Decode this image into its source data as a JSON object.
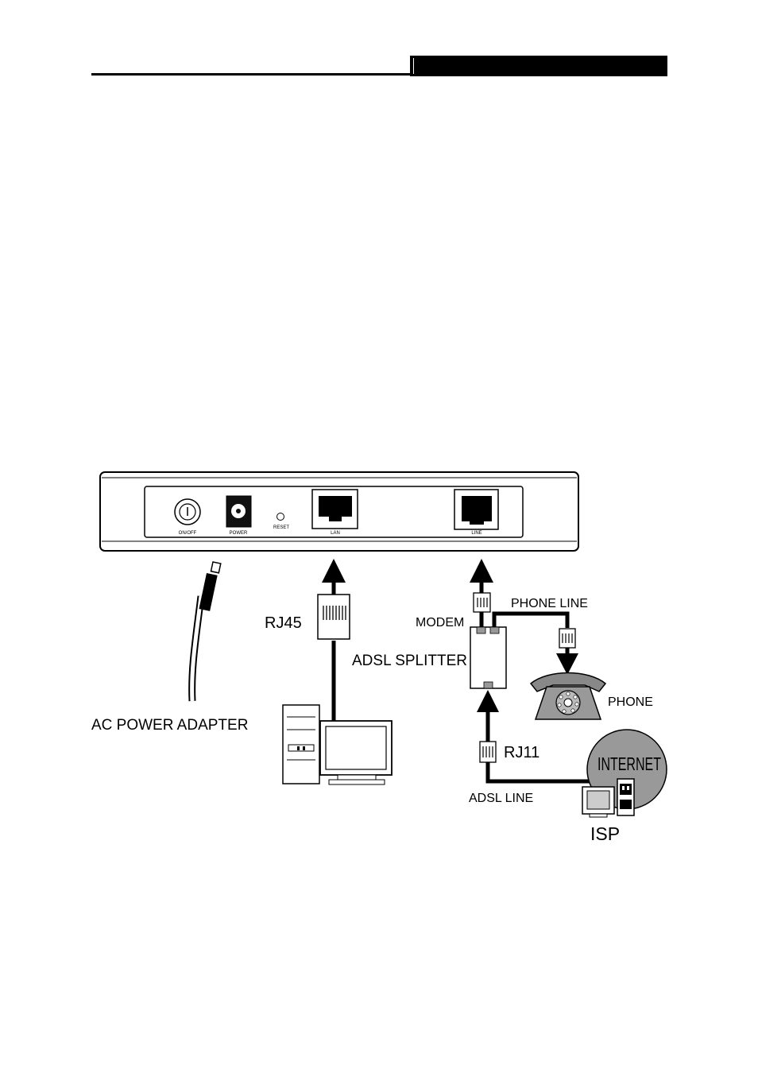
{
  "panel_labels": {
    "onoff": "ON/OFF",
    "power": "POWER",
    "reset": "RESET",
    "lan": "LAN",
    "line": "LINE"
  },
  "callouts": {
    "ac_power_adapter": "AC POWER ADAPTER",
    "rj45": "RJ45",
    "modem": "MODEM",
    "phone_line": "PHONE LINE",
    "adsl_splitter": "ADSL SPLITTER",
    "phone": "PHONE",
    "rj11": "RJ11",
    "adsl_line": "ADSL LINE",
    "internet": "INTERNET",
    "isp": "ISP"
  }
}
